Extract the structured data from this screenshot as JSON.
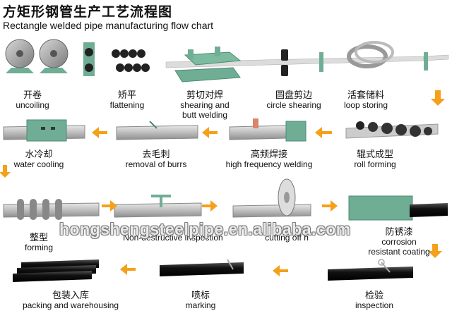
{
  "header": {
    "title_cn": "方矩形钢管生产工艺流程图",
    "title_en": "Rectangle welded pipe manufacturing flow chart"
  },
  "steps": [
    {
      "cn": "开卷",
      "en": "uncoiling"
    },
    {
      "cn": "矫平",
      "en": "flattening"
    },
    {
      "cn": "剪切对焊",
      "en": "shearing and",
      "en2": "butt welding"
    },
    {
      "cn": "圆盘剪边",
      "en": "circle shearing"
    },
    {
      "cn": "活套储料",
      "en": "loop storing"
    },
    {
      "cn": "辊式成型",
      "en": "roll forming"
    },
    {
      "cn": "高频焊接",
      "en": "high frequency welding"
    },
    {
      "cn": "去毛刺",
      "en": "removal of burrs"
    },
    {
      "cn": "水冷却",
      "en": "water cooling"
    },
    {
      "cn": "整型",
      "en": "forming"
    },
    {
      "cn": "",
      "en": "Non-destructive inspection"
    },
    {
      "cn": "",
      "en": "cutting off h"
    },
    {
      "cn": "防锈漆",
      "en": "corrosion",
      "en2": "resistant coating"
    },
    {
      "cn": "检验",
      "en": "inspection"
    },
    {
      "cn": "喷标",
      "en": "marking"
    },
    {
      "cn": "包装入库",
      "en": "packing and warehousing"
    }
  ],
  "watermark": "hongshengsteelpipe.en.alibaba.com",
  "colors": {
    "arrow": "#f5a01a",
    "machine_green": "#6fae94",
    "pipe_grey": "#c9c9c9",
    "pipe_black": "#1a1a1a"
  }
}
